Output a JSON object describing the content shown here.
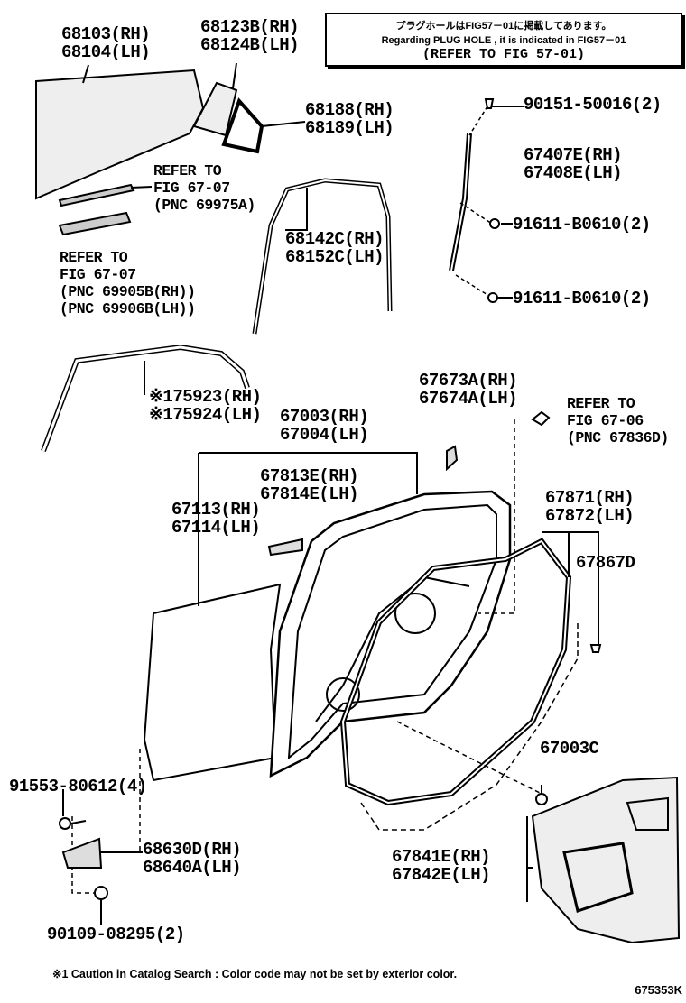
{
  "note": {
    "japanese": "プラグホールはFIG57－01に掲載してあります。",
    "english": "Regarding PLUG HOLE , it is indicated in FIG57－01",
    "refer": "(REFER TO FIG 57-01)"
  },
  "parts": [
    {
      "id": "p1",
      "lines": [
        "68103(RH)",
        "68104(LH)"
      ]
    },
    {
      "id": "p2",
      "lines": [
        "68123B(RH)",
        "68124B(LH)"
      ]
    },
    {
      "id": "p3",
      "lines": [
        "68188(RH)",
        "68189(LH)"
      ]
    },
    {
      "id": "p4",
      "lines": [
        "REFER TO",
        "FIG 67-07",
        "(PNC 69975A)"
      ]
    },
    {
      "id": "p5",
      "lines": [
        "REFER TO",
        "FIG 67-07",
        "(PNC 69905B(RH))",
        "(PNC 69906B(LH))"
      ]
    },
    {
      "id": "p6",
      "lines": [
        "90151-50016(2)"
      ]
    },
    {
      "id": "p7",
      "lines": [
        "67407E(RH)",
        "67408E(LH)"
      ]
    },
    {
      "id": "p8",
      "lines": [
        "91611-B0610(2)"
      ]
    },
    {
      "id": "p9",
      "lines": [
        "68142C(RH)",
        "68152C(LH)"
      ]
    },
    {
      "id": "p10",
      "lines": [
        "91611-B0610(2)"
      ]
    },
    {
      "id": "p11",
      "lines": [
        "※175923(RH)",
        "※175924(LH)"
      ]
    },
    {
      "id": "p12",
      "lines": [
        "67673A(RH)",
        "67674A(LH)"
      ]
    },
    {
      "id": "p13",
      "lines": [
        "REFER TO",
        "FIG 67-06",
        "(PNC 67836D)"
      ]
    },
    {
      "id": "p14",
      "lines": [
        "67003(RH)",
        "67004(LH)"
      ]
    },
    {
      "id": "p15",
      "lines": [
        "67813E(RH)",
        "67814E(LH)"
      ]
    },
    {
      "id": "p16",
      "lines": [
        "67113(RH)",
        "67114(LH)"
      ]
    },
    {
      "id": "p17",
      "lines": [
        "67871(RH)",
        "67872(LH)"
      ]
    },
    {
      "id": "p18",
      "lines": [
        "67867D"
      ]
    },
    {
      "id": "p19",
      "lines": [
        "67003C"
      ]
    },
    {
      "id": "p20",
      "lines": [
        "91553-80612(4)"
      ]
    },
    {
      "id": "p21",
      "lines": [
        "68630D(RH)",
        "68640A(LH)"
      ]
    },
    {
      "id": "p22",
      "lines": [
        "67841E(RH)",
        "67842E(LH)"
      ]
    },
    {
      "id": "p23",
      "lines": [
        "90109-08295(2)"
      ]
    }
  ],
  "caution": "※1 Caution in Catalog Search : Color code may not be set by exterior color.",
  "figure_number": "675353K"
}
